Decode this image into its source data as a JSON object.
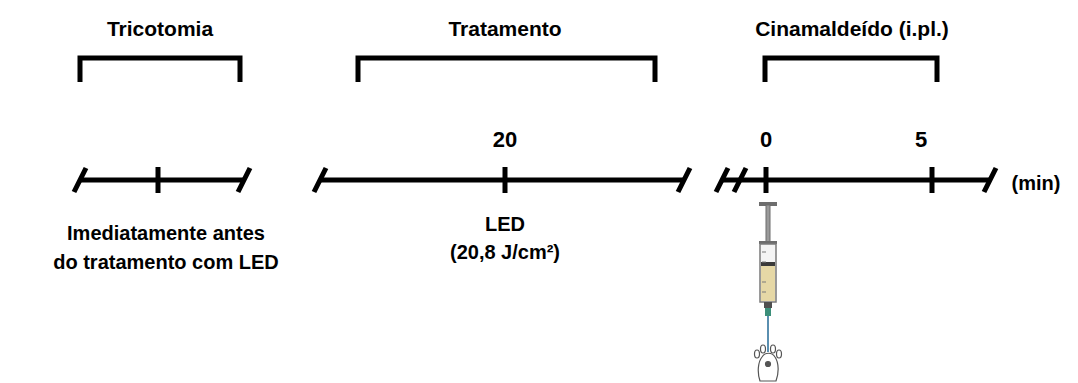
{
  "diagram": {
    "labels": [
      "Tricotomia",
      "Tratamento",
      "Cinamaldeído (i.pl.)",
      "20",
      "0",
      "5",
      "(min)",
      "Imediatamente antes do tratamento com LED",
      "LED (20,8 J/cm²)"
    ]
  }
}
